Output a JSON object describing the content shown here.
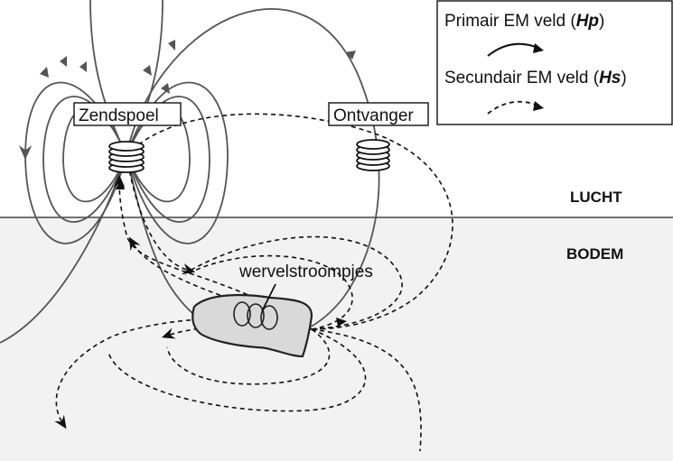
{
  "labels": {
    "transmitter": "Zendspoel",
    "receiver": "Ontvanger",
    "eddy_currents": "wervelstroompjes",
    "air": "LUCHT",
    "soil": "BODEM"
  },
  "legend": {
    "primary_text": "Primair EM veld (",
    "primary_symbol": "Hp",
    "primary_close": ")",
    "secondary_text": "Secundair EM veld (",
    "secondary_symbol": "Hs",
    "secondary_close": ")"
  },
  "colors": {
    "soil_background": "#f2f2f2",
    "primary_field_line": "#555555",
    "secondary_field_line": "#111111",
    "object_fill": "#d9d9d9"
  }
}
